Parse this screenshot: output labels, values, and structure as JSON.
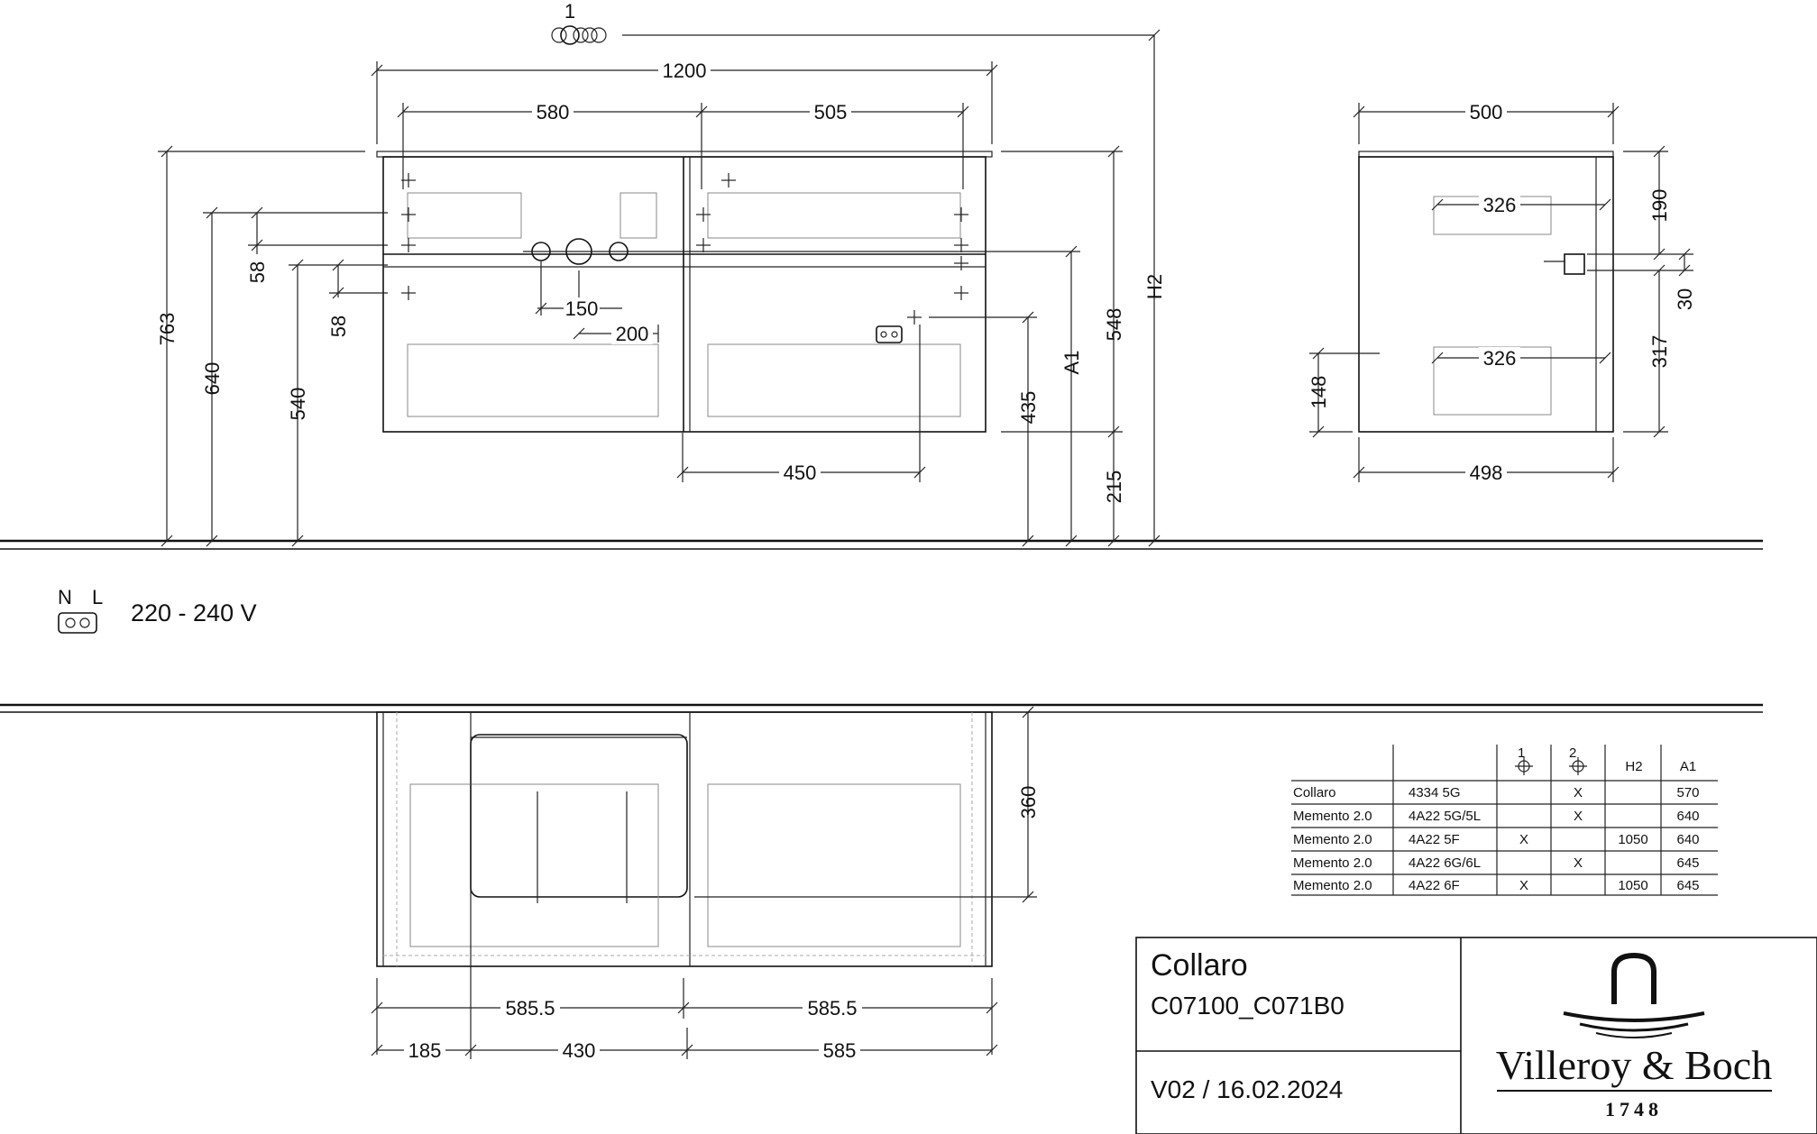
{
  "marker_top": "1",
  "front_dims": {
    "width_total": "1200",
    "left_width": "580",
    "right_width": "505",
    "h763": "763",
    "h640": "640",
    "h540": "540",
    "h58a": "58",
    "h58b": "58",
    "w150": "150",
    "w200": "200",
    "h435": "435",
    "a1": "A1",
    "h548": "548",
    "h2": "H2",
    "h215": "215",
    "w450": "450"
  },
  "side_dims": {
    "depth_top": "500",
    "depth_bottom": "498",
    "drawer_top": "326",
    "drawer_bottom": "326",
    "h190": "190",
    "h30": "30",
    "h317": "317",
    "h148": "148"
  },
  "plan_dims": {
    "h360": "360",
    "left_half": "585.5",
    "right_half": "585.5",
    "w185": "185",
    "w430": "430",
    "w585": "585"
  },
  "electric": {
    "n_label": "N",
    "l_label": "L",
    "voltage": "220 - 240 V"
  },
  "table": {
    "header": [
      "",
      "",
      "1",
      "2",
      "H2",
      "A1"
    ],
    "rows": [
      [
        "Collaro",
        "4334 5G",
        "",
        "X",
        "",
        "570"
      ],
      [
        "Memento 2.0",
        "4A22 5G/5L",
        "",
        "X",
        "",
        "640"
      ],
      [
        "Memento 2.0",
        "4A22 5F",
        "X",
        "",
        "1050",
        "640"
      ],
      [
        "Memento 2.0",
        "4A22 6G/6L",
        "",
        "X",
        "",
        "645"
      ],
      [
        "Memento 2.0",
        "4A22 6F",
        "X",
        "",
        "1050",
        "645"
      ]
    ]
  },
  "title_block": {
    "product": "Collaro",
    "code": "C07100_C071B0",
    "version": "V02 / 16.02.2024",
    "brand": "Villeroy & Boch",
    "year": "1748"
  }
}
